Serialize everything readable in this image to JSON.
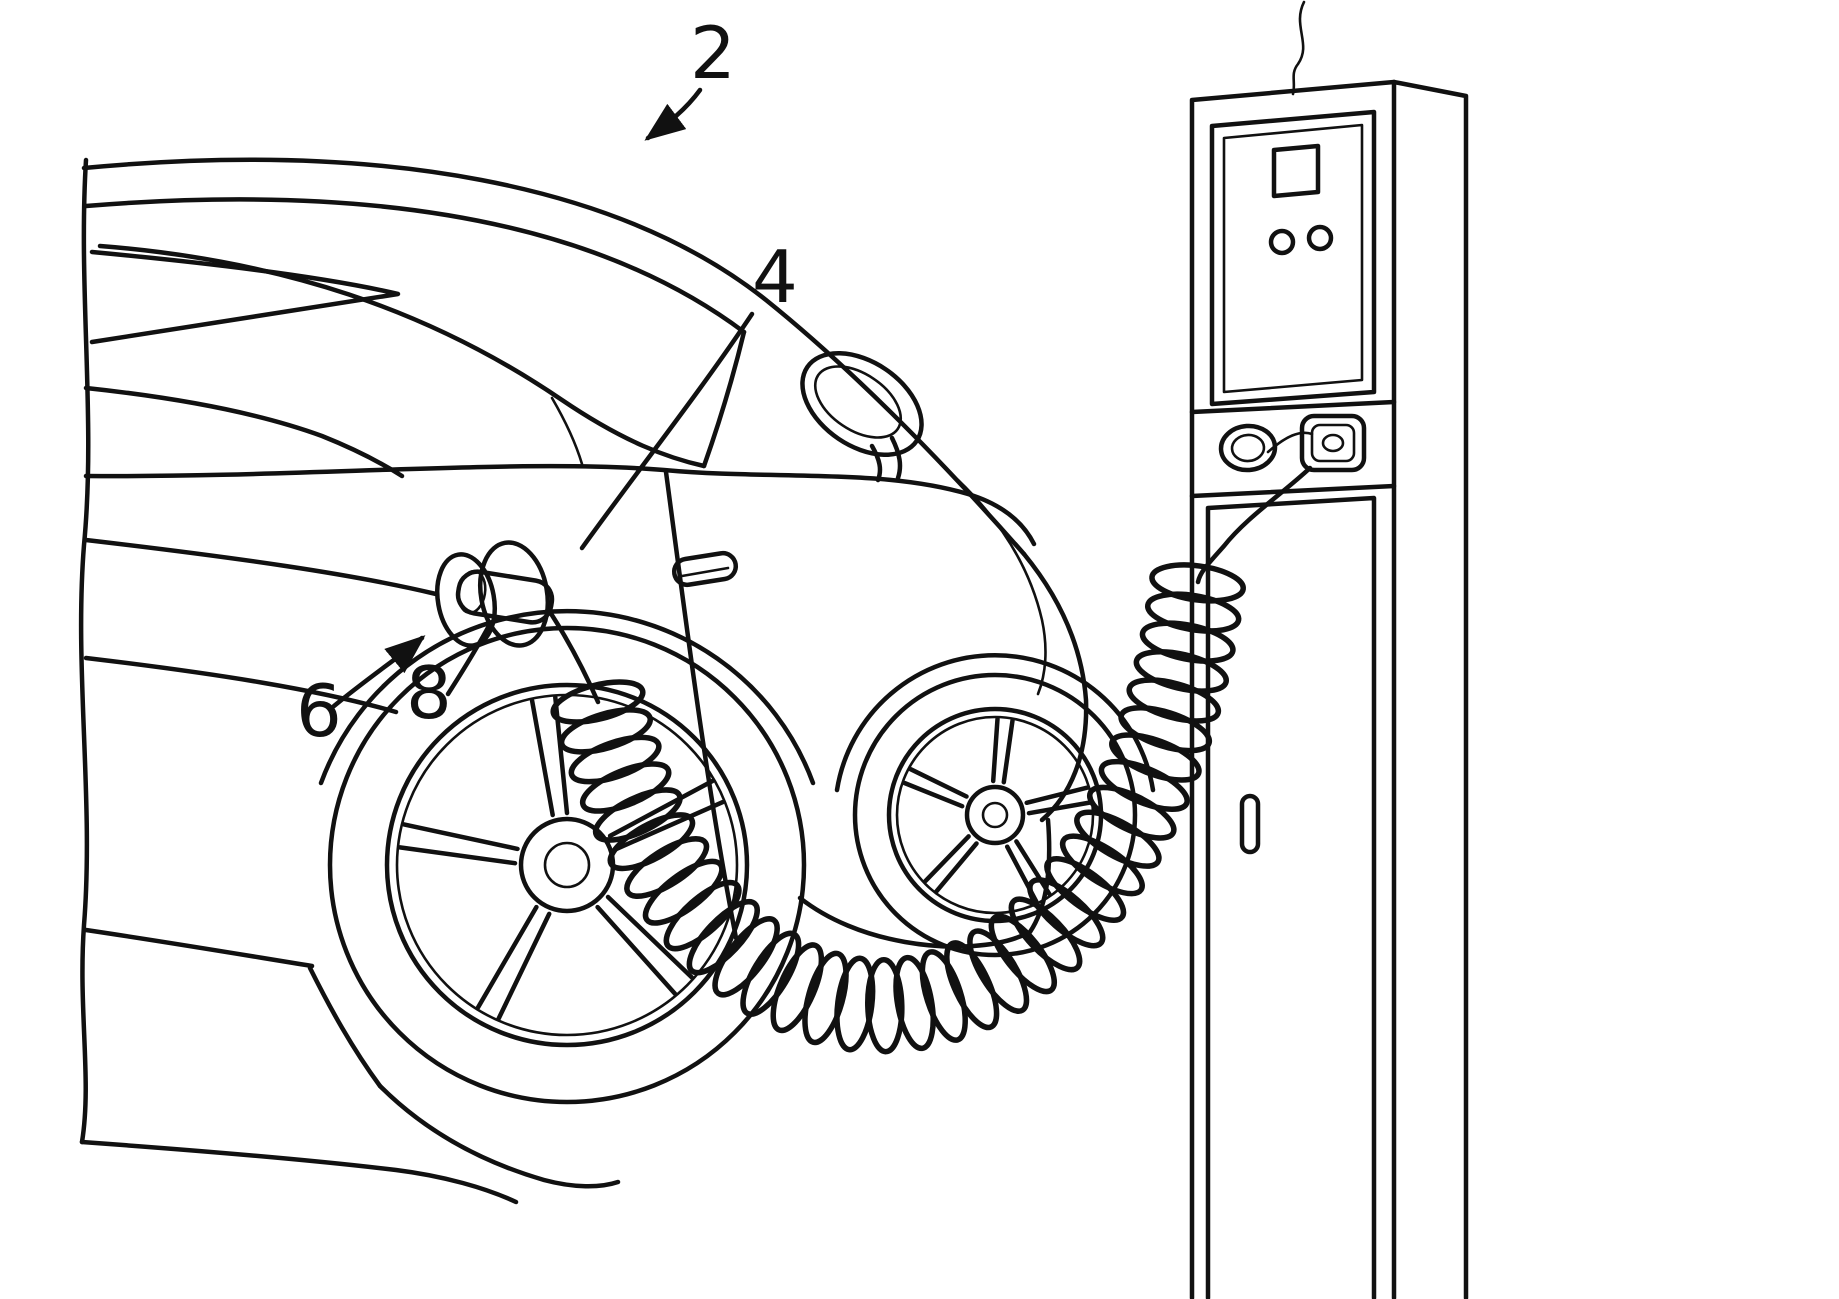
{
  "figure": {
    "background_color": "#ffffff",
    "ink_color": "#111111",
    "reference_labels": [
      {
        "text": "2",
        "refers_to": "vehicle"
      },
      {
        "text": "4",
        "refers_to": "charging-flap-area"
      },
      {
        "text": "6",
        "refers_to": "charging-socket"
      },
      {
        "text": "8",
        "refers_to": "charging-plug"
      }
    ]
  }
}
